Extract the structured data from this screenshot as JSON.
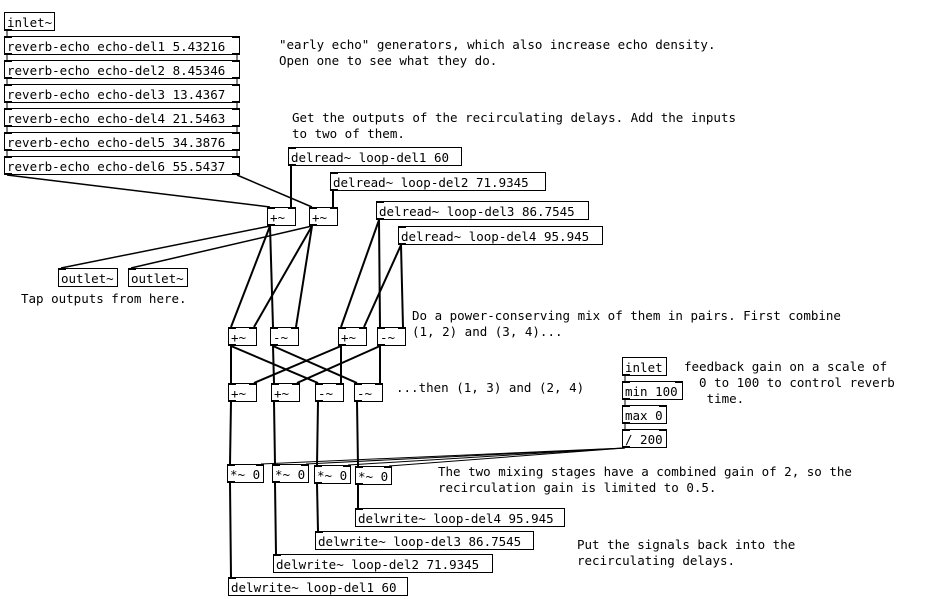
{
  "patch": {
    "objects": {
      "inlet_sig": "inlet~",
      "echo1": "reverb-echo echo-del1 5.43216",
      "echo2": "reverb-echo echo-del2 8.45346",
      "echo3": "reverb-echo echo-del3 13.4367",
      "echo4": "reverb-echo echo-del4 21.5463",
      "echo5": "reverb-echo echo-del5 34.3876",
      "echo6": "reverb-echo echo-del6 55.5437",
      "delread1": "delread~ loop-del1 60",
      "delread2": "delread~ loop-del2 71.9345",
      "delread3": "delread~ loop-del3 86.7545",
      "delread4": "delread~ loop-del4 95.945",
      "addA": "+~",
      "addB": "+~",
      "outlet1": "outlet~",
      "outlet2": "outlet~",
      "mix1a": "+~",
      "mix1b": "-~",
      "mix1c": "+~",
      "mix1d": "-~",
      "mix2a": "+~",
      "mix2b": "+~",
      "mix2c": "-~",
      "mix2d": "-~",
      "inlet_ctl": "inlet",
      "min": "min 100",
      "max": "max 0",
      "div": "/ 200",
      "mul1": "*~ 0",
      "mul2": "*~ 0",
      "mul3": "*~ 0",
      "mul4": "*~ 0",
      "delwrite1": "delwrite~ loop-del1 60",
      "delwrite2": "delwrite~ loop-del2 71.9345",
      "delwrite3": "delwrite~ loop-del3 86.7545",
      "delwrite4": "delwrite~ loop-del4 95.945"
    },
    "comments": {
      "early_echo": "\"early echo\" generators, which also increase echo density.\nOpen one to see what they do.",
      "get_outputs": "Get the outputs of the recirculating delays. Add the inputs\nto two of them.",
      "tap_outputs": "Tap outputs from here.",
      "power_mix": "Do a power-conserving mix of them in pairs. First combine\n(1, 2) and (3, 4)...",
      "then": "...then (1, 3) and (2, 4)",
      "feedback": "feedback gain on a scale of\n  0 to 100 to control reverb\n   time.",
      "gain_note": "The two mixing stages have a combined gain of 2, so the\nrecirculation gain is limited to 0.5.",
      "put_back": "Put the signals back into the\nrecirculating delays."
    }
  }
}
